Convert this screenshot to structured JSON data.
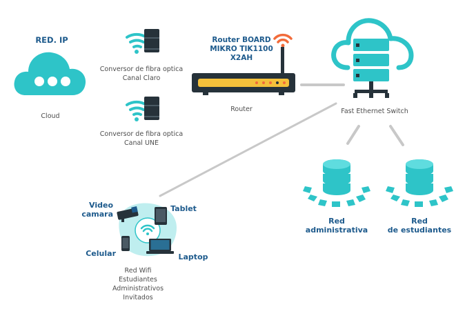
{
  "cloud": {
    "title": "RED. IP",
    "label": "Cloud"
  },
  "converter_claro": {
    "line1": "Conversor de fibra optica",
    "line2": "Canal Claro"
  },
  "converter_une": {
    "line1": "Conversor de fibra optica",
    "line2": "Canal UNE"
  },
  "router": {
    "title1": "Router BOARD",
    "title2": "MIKRO TIK1100",
    "title3": "X2AH",
    "label": "Router"
  },
  "switch": {
    "label": "Fast Ethernet Switch"
  },
  "red_admin": {
    "line1": "Red",
    "line2": "administrativa"
  },
  "red_estudiantes": {
    "line1": "Red",
    "line2": "de estudiantes"
  },
  "wifi": {
    "device_video_line1": "Video",
    "device_video_line2": "camara",
    "device_tablet": "Tablet",
    "device_celular": "Celular",
    "device_laptop": "Laptop",
    "desc1": "Red Wifi",
    "desc2": "Estudiantes",
    "desc3": "Administrativos",
    "desc4": "Invitados"
  },
  "colors": {
    "teal": "#2ec4c8",
    "dark": "#26323a",
    "navy": "#1d5a8c",
    "orange": "#f26b3a",
    "yellow": "#f5c13b",
    "line_gray": "#c8c8c8"
  }
}
